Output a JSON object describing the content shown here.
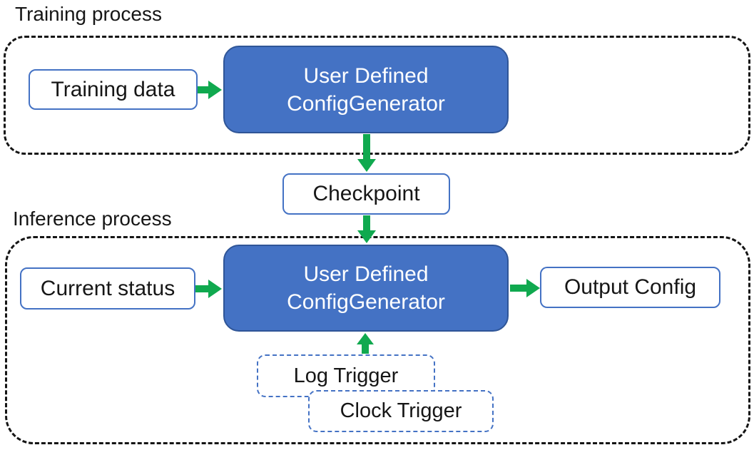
{
  "colors": {
    "generator_fill": "#4472C4",
    "generator_border": "#2F5597",
    "io_box_border": "#4472C4",
    "trigger_border": "#4472C4",
    "arrow": "#10A94F",
    "region_border": "#151515",
    "text_dark": "#161616",
    "text_light": "#FFFFFF"
  },
  "training": {
    "section_label": "Training process",
    "input_label": "Training data",
    "generator_line1": "User Defined",
    "generator_line2": "ConfigGenerator"
  },
  "checkpoint": {
    "label": "Checkpoint"
  },
  "inference": {
    "section_label": "Inference process",
    "input_label": "Current status",
    "generator_line1": "User Defined",
    "generator_line2": "ConfigGenerator",
    "output_label": "Output Config",
    "log_trigger_label": "Log Trigger",
    "clock_trigger_label": "Clock Trigger"
  }
}
